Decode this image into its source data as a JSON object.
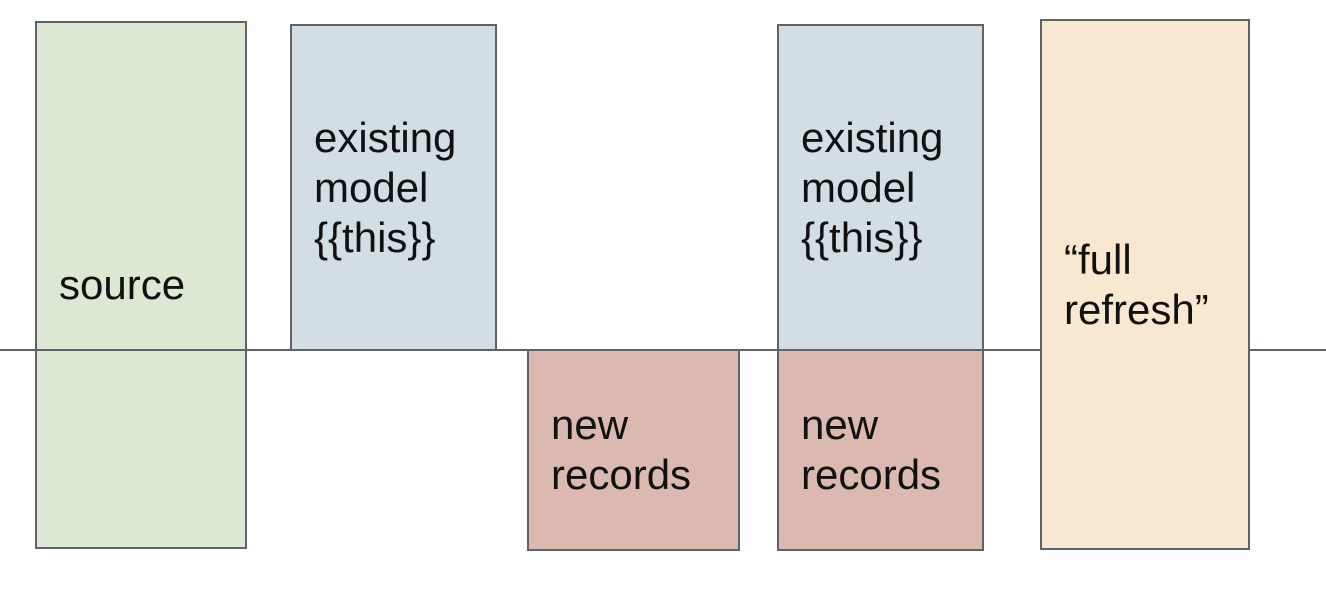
{
  "diagram": {
    "background_color": "#ffffff",
    "divider_color": "#5f6368",
    "border_color": "#5f6368",
    "text_color": "#111111",
    "boxes": [
      {
        "id": "source",
        "label": "source",
        "fill": "#dde8d4"
      },
      {
        "id": "existing-model-left",
        "label": "existing model {{this}}",
        "fill": "#d2dee3"
      },
      {
        "id": "new-records-left",
        "label": "new records",
        "fill": "#dcb9b0"
      },
      {
        "id": "existing-model-right",
        "label": "existing model {{this}}",
        "fill": "#d2dee3"
      },
      {
        "id": "new-records-right",
        "label": "new records",
        "fill": "#dcb9b0"
      },
      {
        "id": "full-refresh",
        "label": "“full refresh”",
        "fill": "#f8e7d1"
      }
    ]
  }
}
